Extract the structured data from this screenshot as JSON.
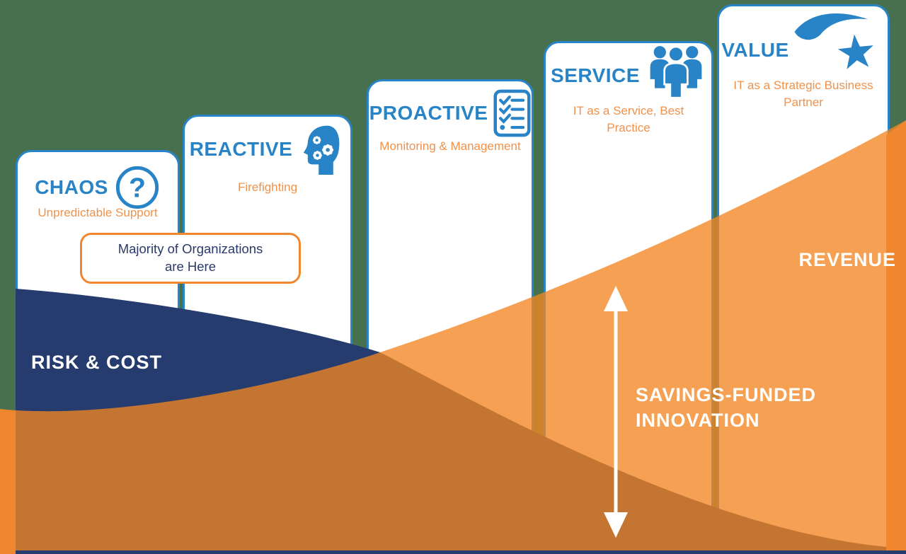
{
  "stages": [
    {
      "title": "CHAOS",
      "subtitle": "Unpredictable Support",
      "icon": "question-mark-icon"
    },
    {
      "title": "REACTIVE",
      "subtitle": "Firefighting",
      "icon": "head-gears-icon"
    },
    {
      "title": "PROACTIVE",
      "subtitle": "Monitoring & Management",
      "icon": "checklist-icon"
    },
    {
      "title": "SERVICE",
      "subtitle": "IT as a Service, Best Practice",
      "icon": "people-group-icon"
    },
    {
      "title": "VALUE",
      "subtitle": "IT as a Strategic Business Partner",
      "icon": "shooting-star-icon"
    }
  ],
  "callout": {
    "line1": "Majority of Organizations",
    "line2": "are Here"
  },
  "regions": {
    "risk_cost": "RISK & COST",
    "revenue": "REVENUE",
    "savings_line1": "SAVINGS-FUNDED",
    "savings_line2": "INNOVATION"
  },
  "colors": {
    "background_green": "#47714E",
    "card_border_blue": "#2884C6",
    "title_blue": "#2884C6",
    "subtitle_orange": "#F0924B",
    "navy": "#263C6E",
    "revenue_orange": "#F28521",
    "solid_orange": "#F0872E",
    "callout_border_orange": "#F0862D",
    "callout_text_navy": "#2A3A6B",
    "label_white": "#FFFFFF"
  }
}
